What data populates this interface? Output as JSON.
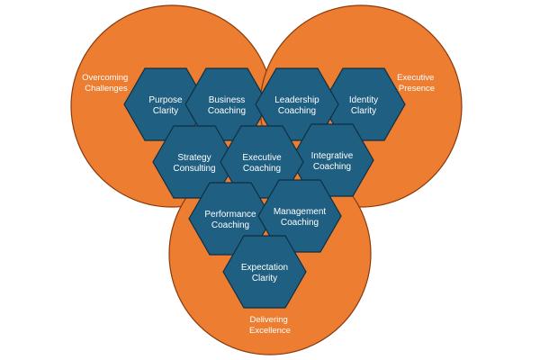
{
  "circles": [
    {
      "id": "overcoming",
      "lines": [
        "Overcoming",
        "Challenges"
      ]
    },
    {
      "id": "executive",
      "lines": [
        "Executive",
        "Presence"
      ]
    },
    {
      "id": "delivering",
      "lines": [
        "Delivering",
        "Excellence"
      ]
    }
  ],
  "hexagons": [
    {
      "id": "purpose-clarity",
      "lines": [
        "Purpose",
        "Clarity"
      ]
    },
    {
      "id": "business-coaching",
      "lines": [
        "Business",
        "Coaching"
      ]
    },
    {
      "id": "leadership-coaching",
      "lines": [
        "Leadership",
        "Coaching"
      ]
    },
    {
      "id": "identity-clarity",
      "lines": [
        "Identity",
        "Clarity"
      ]
    },
    {
      "id": "strategy-consulting",
      "lines": [
        "Strategy",
        "Consulting"
      ]
    },
    {
      "id": "integrative-coaching",
      "lines": [
        "Integrative",
        "Coaching"
      ]
    },
    {
      "id": "executive-coaching",
      "lines": [
        "Executive",
        "Coaching"
      ]
    },
    {
      "id": "performance-coaching",
      "lines": [
        "Performance",
        "Coaching"
      ]
    },
    {
      "id": "management-coaching",
      "lines": [
        "Management",
        "Coaching"
      ]
    },
    {
      "id": "expectation-clarity",
      "lines": [
        "Expectation",
        "Clarity"
      ]
    }
  ],
  "colors": {
    "circle_fill": "#ED7D31",
    "hex_fill": "#1F5F82",
    "text": "#ffffff"
  }
}
